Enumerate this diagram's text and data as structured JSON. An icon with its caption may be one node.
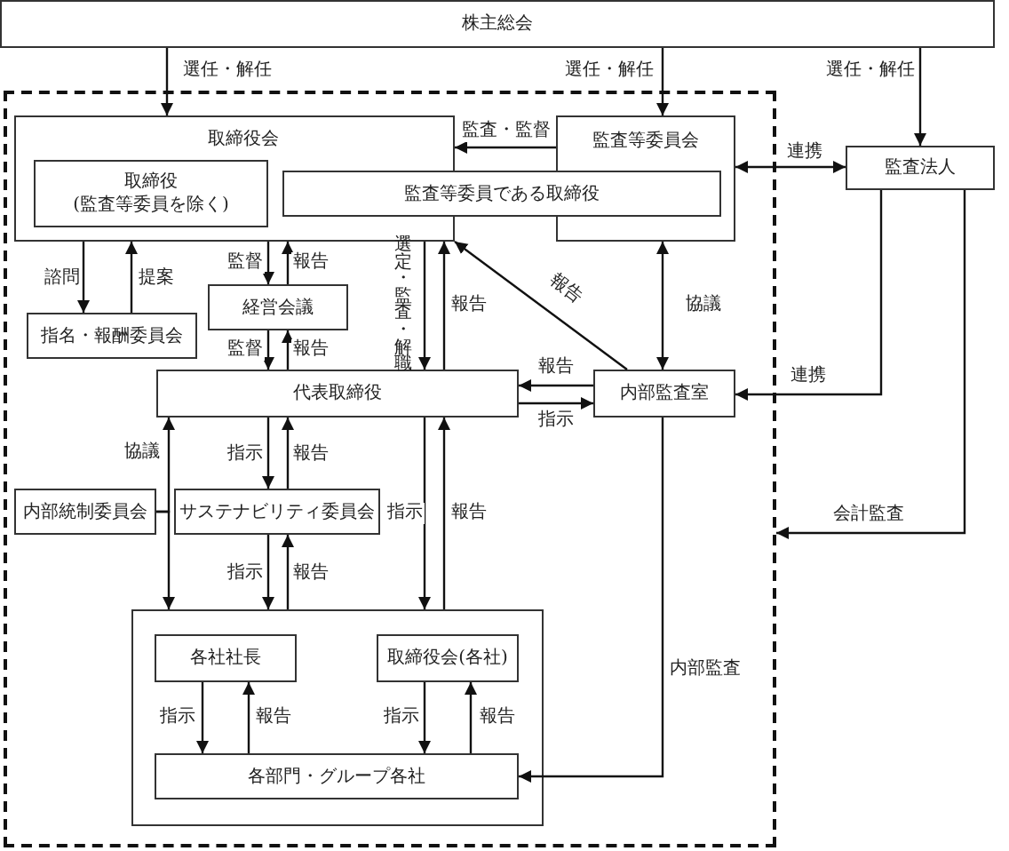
{
  "diagram": {
    "nodes": [
      {
        "text": [
          "株主総会"
        ]
      },
      {
        "text": [],
        "shape": "box"
      },
      {
        "text": [
          "取締役会"
        ],
        "in": 1
      },
      {
        "text": [
          "取締役 (監査等委員を除く)"
        ],
        "in": 2
      },
      {
        "text": [
          "監査等委員会"
        ],
        "in": 1
      },
      {
        "text": [
          "監査等委員である取締役"
        ],
        "in": 1
      },
      {
        "text": [
          "監査法人"
        ]
      },
      {
        "text": [
          "指名・報酬委員会"
        ],
        "in": 1
      },
      {
        "text": [
          "経営会議"
        ],
        "in": 1
      },
      {
        "text": [
          "代表取締役"
        ],
        "in": 1
      },
      {
        "text": [
          "内部監査室"
        ],
        "in": 1
      },
      {
        "text": [
          "内部統制委員会"
        ],
        "in": 1
      },
      {
        "text": [
          "サステナビリティ委員会"
        ],
        "in": 1
      },
      {
        "text": [],
        "shape": "box",
        "in": 1
      },
      {
        "text": [
          "各社社長"
        ],
        "in": 13
      },
      {
        "text": [
          "取締役会(各社)"
        ],
        "in": 13
      },
      {
        "text": [
          "各部門・グループ各社"
        ],
        "in": 13
      }
    ],
    "edges": [
      {
        "from": 0,
        "to": 2,
        "arrow": "to",
        "label": "選任・解任"
      },
      {
        "from": 0,
        "to": 4,
        "arrow": "to",
        "label": "選任・解任"
      },
      {
        "from": 0,
        "to": 6,
        "arrow": "to",
        "label": "選任・解任"
      },
      {
        "from": 4,
        "to": 2,
        "arrow": "to",
        "label": "監査・監督"
      },
      {
        "from": 4,
        "to": 6,
        "arrow": "both",
        "label": "連携"
      },
      {
        "from": 2,
        "to": 7,
        "arrow": "to",
        "label": "諮問"
      },
      {
        "from": 7,
        "to": 2,
        "arrow": "to",
        "label": "提案"
      },
      {
        "from": 2,
        "to": 8,
        "arrow": "to",
        "label": "監督"
      },
      {
        "from": 8,
        "to": 2,
        "arrow": "to",
        "label": "報告"
      },
      {
        "from": 8,
        "to": 9,
        "arrow": "to",
        "label": "監督"
      },
      {
        "from": 9,
        "to": 8,
        "arrow": "to",
        "label": "報告"
      },
      {
        "from": 2,
        "to": 9,
        "arrow": "to",
        "label": "選定・監査・解職"
      },
      {
        "from": 9,
        "to": 2,
        "arrow": "to",
        "label": "報告"
      },
      {
        "from": 10,
        "to": 2,
        "arrow": "to",
        "label": "報告"
      },
      {
        "from": 4,
        "to": 10,
        "arrow": "both",
        "label": "協議"
      },
      {
        "from": 10,
        "to": 9,
        "arrow": "to",
        "label": "報告"
      },
      {
        "from": 9,
        "to": 10,
        "arrow": "to",
        "label": "指示"
      },
      {
        "from": 6,
        "to": 10,
        "arrow": "to",
        "label": "連携"
      },
      {
        "from": 6,
        "to": 1,
        "arrow": "to",
        "label": "会計監査"
      },
      {
        "from": 11,
        "to": 9,
        "arrow": "to",
        "label": "協議"
      },
      {
        "from": 11,
        "to": 13,
        "arrow": "to"
      },
      {
        "from": 9,
        "to": 12,
        "arrow": "to",
        "label": "指示"
      },
      {
        "from": 12,
        "to": 9,
        "arrow": "to",
        "label": "報告"
      },
      {
        "from": 12,
        "to": 13,
        "arrow": "to",
        "label": "指示"
      },
      {
        "from": 13,
        "to": 12,
        "arrow": "to",
        "label": "報告"
      },
      {
        "from": 9,
        "to": 13,
        "arrow": "to",
        "label": "指示"
      },
      {
        "from": 13,
        "to": 9,
        "arrow": "to",
        "label": "報告"
      },
      {
        "from": 10,
        "to": 16,
        "arrow": "to",
        "label": "内部監査"
      },
      {
        "from": 14,
        "to": 16,
        "arrow": "to",
        "label": "指示"
      },
      {
        "from": 16,
        "to": 14,
        "arrow": "to",
        "label": "報告"
      },
      {
        "from": 15,
        "to": 16,
        "arrow": "to",
        "label": "指示"
      },
      {
        "from": 16,
        "to": 15,
        "arrow": "to",
        "label": "報告"
      }
    ]
  }
}
